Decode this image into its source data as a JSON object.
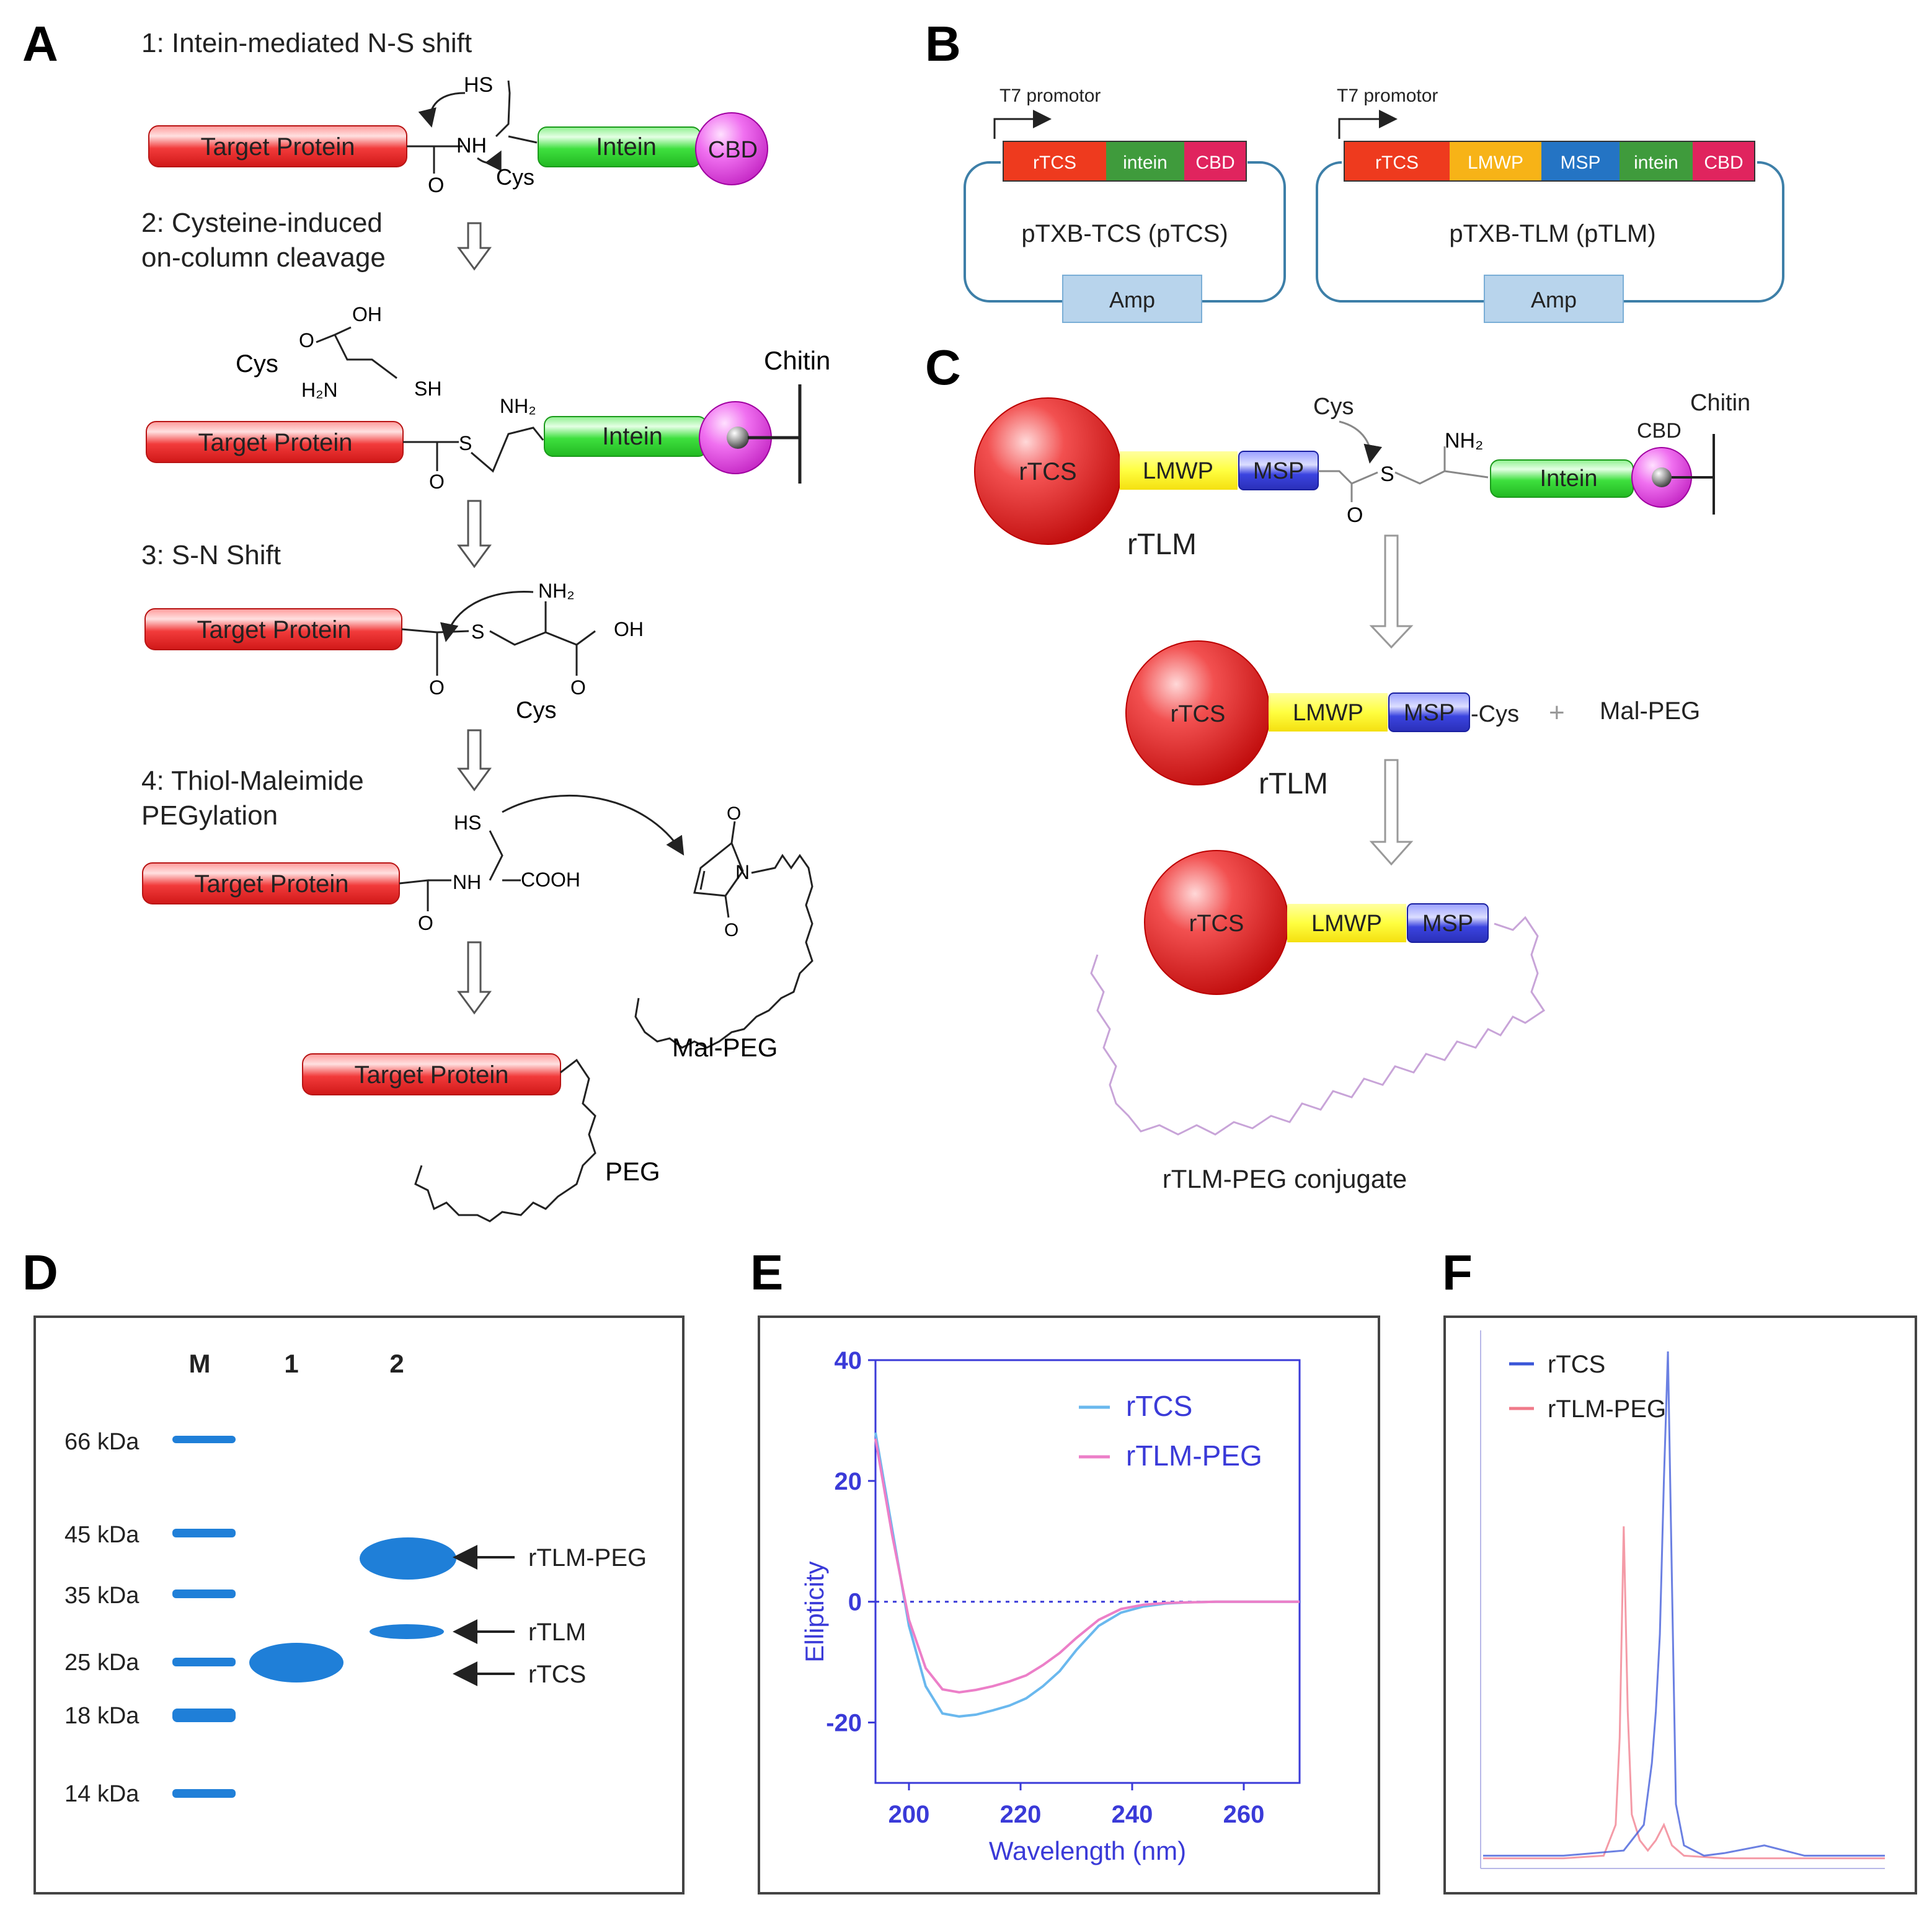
{
  "panel_letters": {
    "a": "A",
    "b": "B",
    "c": "C",
    "d": "D",
    "e": "E",
    "f": "F"
  },
  "panel_a": {
    "step1": "1: Intein-mediated N-S shift",
    "step2_line1": "2: Cysteine-induced",
    "step2_line2": "on-column cleavage",
    "step3": "3: S-N Shift",
    "step4_line1": "4: Thiol-Maleimide",
    "step4_line2": "PEGylation",
    "target_protein": "Target Protein",
    "intein": "Intein",
    "cbd": "CBD",
    "chitin": "Chitin",
    "cys": "Cys",
    "hs": "HS",
    "sh": "SH",
    "nh": "NH",
    "nh2": "NH₂",
    "h2n": "H₂N",
    "oh": "OH",
    "o": "O",
    "s": "S",
    "n": "N",
    "cooh": "COOH",
    "mal_peg": "Mal-PEG",
    "peg": "PEG"
  },
  "panel_b": {
    "promotor": "T7 promotor",
    "plasmid1_name": "pTXB-TCS (pTCS)",
    "plasmid2_name": "pTXB-TLM (pTLM)",
    "amp": "Amp",
    "segments1": [
      "rTCS",
      "intein",
      "CBD"
    ],
    "segments2": [
      "rTCS",
      "LMWP",
      "MSP",
      "intein",
      "CBD"
    ],
    "colors": {
      "rTCS": "#ee3a1e",
      "intein": "#3f9b3c",
      "CBD": "#e0245e",
      "LMWP": "#f7b317",
      "MSP": "#2474c4",
      "amp": "#b8d4ec",
      "ring": "#3d7fa8"
    }
  },
  "panel_c": {
    "rtcs": "rTCS",
    "lmwp": "LMWP",
    "msp": "MSP",
    "cys": "Cys",
    "chitin": "Chitin",
    "cbd": "CBD",
    "nh2": "NH₂",
    "s": "S",
    "o": "O",
    "intein": "Intein",
    "rtlm": "rTLM",
    "msp_cys": "-Cys",
    "plus": "+",
    "mal_peg": "Mal-PEG",
    "conjugate": "rTLM-PEG conjugate"
  },
  "panel_d": {
    "lanes": [
      "M",
      "1",
      "2"
    ],
    "markers": [
      "66 kDa",
      "45 kDa",
      "35 kDa",
      "25 kDa",
      "18 kDa",
      "14 kDa"
    ],
    "band_labels": [
      "rTLM-PEG",
      "rTLM",
      "rTCS"
    ],
    "band_color": "#1f7fd8"
  },
  "chart_data": [
    {
      "type": "line",
      "title": "",
      "xlabel": "Wavelength (nm)",
      "ylabel": "Ellipticity",
      "xlim": [
        194,
        270
      ],
      "ylim": [
        -30,
        40
      ],
      "xticks": [
        200,
        220,
        240,
        260
      ],
      "yticks": [
        40,
        20,
        0,
        -20
      ],
      "grid": false,
      "legend": "top-right",
      "series": [
        {
          "name": "rTCS",
          "color": "#6ab8ee",
          "x": [
            194,
            197,
            200,
            203,
            206,
            209,
            212,
            215,
            218,
            221,
            224,
            227,
            230,
            234,
            238,
            242,
            246,
            250,
            255,
            260,
            265,
            270
          ],
          "y": [
            28,
            12,
            -4,
            -14,
            -18.5,
            -19,
            -18.7,
            -18,
            -17.2,
            -16,
            -14,
            -11.5,
            -8,
            -4,
            -1.8,
            -0.8,
            -0.3,
            -0.1,
            0,
            0,
            0,
            0
          ]
        },
        {
          "name": "rTLM-PEG",
          "color": "#ec7fc8",
          "x": [
            194,
            197,
            200,
            203,
            206,
            209,
            212,
            215,
            218,
            221,
            224,
            227,
            230,
            234,
            238,
            242,
            246,
            250,
            255,
            260,
            265,
            270
          ],
          "y": [
            27,
            11,
            -3,
            -11,
            -14.5,
            -15,
            -14.6,
            -14,
            -13.2,
            -12.2,
            -10.5,
            -8.5,
            -6,
            -3,
            -1.2,
            -0.5,
            -0.2,
            -0.1,
            0,
            0,
            0,
            0
          ]
        }
      ]
    },
    {
      "type": "line",
      "title": "",
      "xlabel": "",
      "ylabel": "",
      "xlim": [
        0,
        1
      ],
      "ylim": [
        0,
        1
      ],
      "grid": false,
      "legend": "top-left",
      "series": [
        {
          "name": "rTCS",
          "color": "#3a56d8",
          "x": [
            0,
            0.2,
            0.35,
            0.4,
            0.42,
            0.43,
            0.44,
            0.45,
            0.46,
            0.47,
            0.48,
            0.5,
            0.55,
            0.6,
            0.7,
            0.8,
            0.9,
            1
          ],
          "y": [
            0.02,
            0.02,
            0.03,
            0.08,
            0.2,
            0.3,
            0.45,
            0.75,
            1.0,
            0.55,
            0.12,
            0.04,
            0.02,
            0.025,
            0.04,
            0.02,
            0.02,
            0.02
          ]
        },
        {
          "name": "rTLM-PEG",
          "color": "#f07a8a",
          "x": [
            0,
            0.2,
            0.3,
            0.33,
            0.34,
            0.35,
            0.36,
            0.37,
            0.39,
            0.41,
            0.43,
            0.45,
            0.47,
            0.5,
            0.6,
            0.7,
            0.8,
            0.9,
            1
          ],
          "y": [
            0.015,
            0.015,
            0.02,
            0.08,
            0.25,
            0.66,
            0.3,
            0.1,
            0.05,
            0.03,
            0.05,
            0.08,
            0.04,
            0.02,
            0.015,
            0.015,
            0.015,
            0.015,
            0.015
          ]
        }
      ]
    }
  ]
}
